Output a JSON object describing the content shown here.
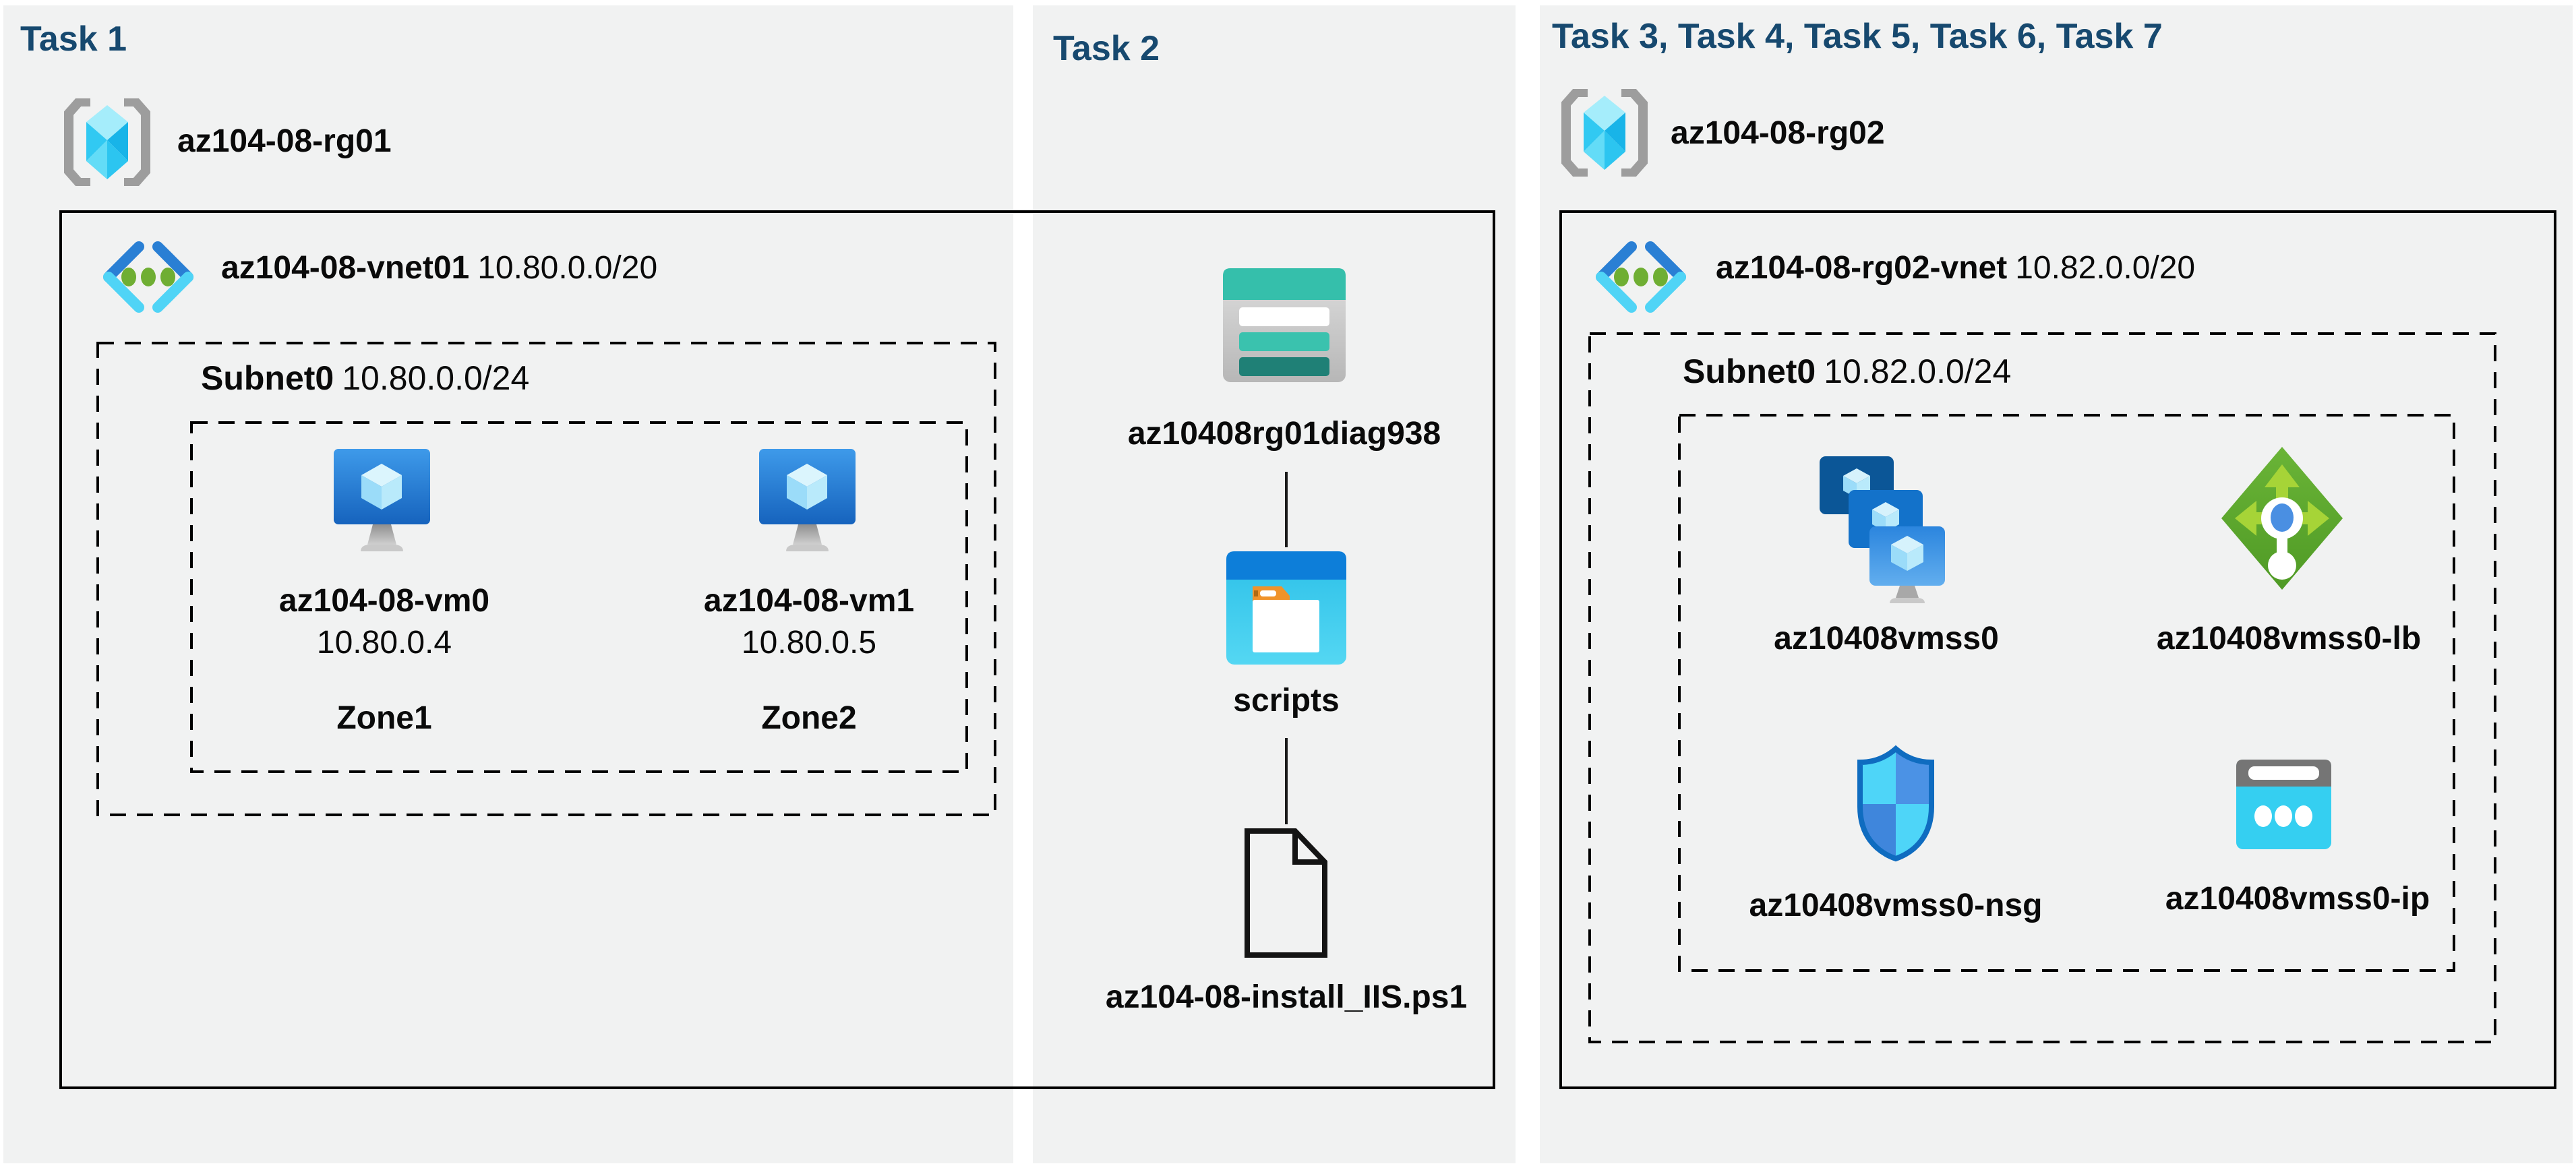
{
  "colors": {
    "title_navy": "#17496F",
    "panel_gray": "#F1F2F2",
    "diagram_line": "#000000",
    "storage_teal": "#35BFAB",
    "container_blue": "#0D7ED9",
    "body_cyan": "#31C6EC",
    "vm_blue": "#2372CE",
    "load_balancer_green": "#64AC33",
    "folder_orange": "#F0932A"
  },
  "icons": {
    "resource_group": "resource-group-icon",
    "virtual_network": "virtual-network-icon",
    "virtual_machine": "virtual-machine-icon",
    "storage_account": "storage-account-icon",
    "blob_container": "blob-container-icon",
    "script_file": "powershell-file-icon",
    "vm_scale_set": "vmss-icon",
    "load_balancer": "load-balancer-icon",
    "network_security_group": "nsg-icon",
    "public_ip": "public-ip-icon"
  },
  "tasks": {
    "task1": {
      "title": "Task 1",
      "resource_group": "az104-08-rg01",
      "vnet": {
        "name": "az104-08-vnet01",
        "cidr": "10.80.0.0/20"
      },
      "subnet": {
        "name": "Subnet0",
        "cidr": "10.80.0.0/24"
      },
      "vms": [
        {
          "name": "az104-08-vm0",
          "ip": "10.80.0.4",
          "zone": "Zone1"
        },
        {
          "name": "az104-08-vm1",
          "ip": "10.80.0.5",
          "zone": "Zone2"
        }
      ]
    },
    "task2": {
      "title": "Task 2",
      "storage_account": "az10408rg01diag938",
      "container": "scripts",
      "file": "az104-08-install_IIS.ps1"
    },
    "task3": {
      "title": "Task 3, Task 4, Task 5, Task 6, Task 7",
      "resource_group": "az104-08-rg02",
      "vnet": {
        "name": "az104-08-rg02-vnet",
        "cidr": "10.82.0.0/20"
      },
      "subnet": {
        "name": "Subnet0",
        "cidr": "10.82.0.0/24"
      },
      "resources": [
        {
          "name": "az10408vmss0"
        },
        {
          "name": "az10408vmss0-lb"
        },
        {
          "name": "az10408vmss0-nsg"
        },
        {
          "name": "az10408vmss0-ip"
        }
      ]
    }
  }
}
